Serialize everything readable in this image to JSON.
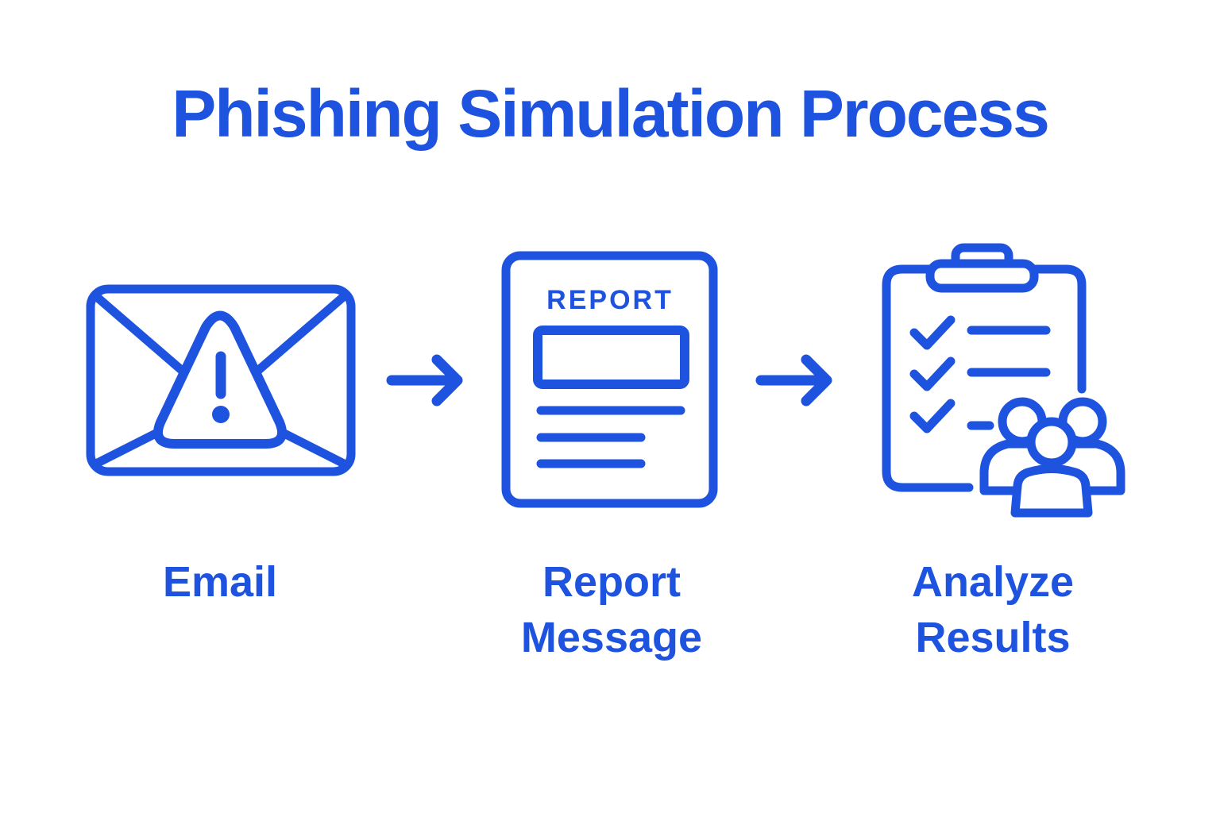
{
  "page": {
    "background_color": "#ffffff",
    "accent_color": "#1e53df"
  },
  "header": {
    "title": "Phishing Simulation Process"
  },
  "flow": {
    "steps": [
      {
        "id": "email",
        "icon": "email-alert-icon",
        "label_lines": [
          "Email"
        ]
      },
      {
        "id": "report-message",
        "icon": "report-document-icon",
        "document_heading": "REPORT",
        "label_lines": [
          "Report",
          "Message"
        ]
      },
      {
        "id": "analyze-results",
        "icon": "clipboard-checklist-team-icon",
        "label_lines": [
          "Analyze",
          "Results"
        ]
      }
    ],
    "connectors": [
      {
        "id": "arrow-1",
        "icon": "right-arrow-icon"
      },
      {
        "id": "arrow-2",
        "icon": "right-arrow-icon"
      }
    ]
  }
}
